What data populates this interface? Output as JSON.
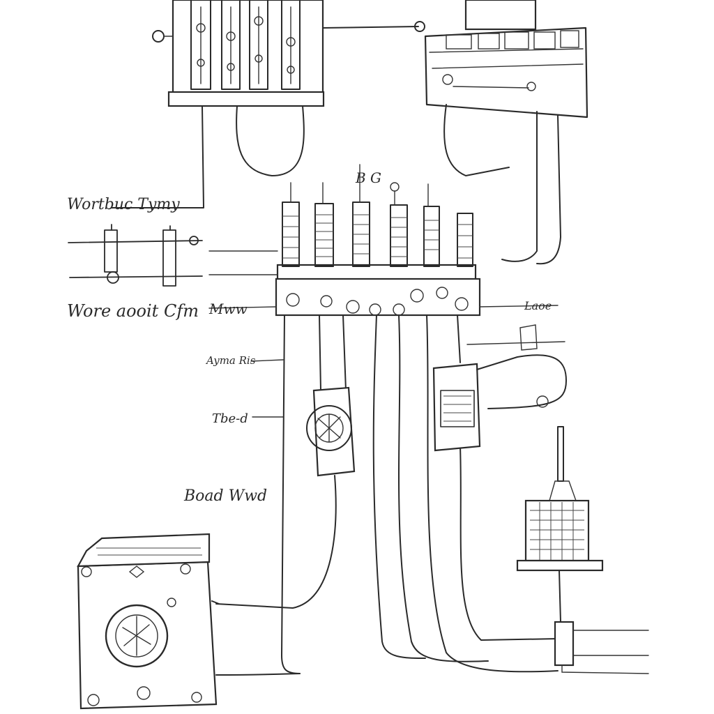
{
  "labels": {
    "top_left": "Wortbuc Tymy",
    "wire_mid": "Wore aooit Cfm",
    "wire_mid_right": "Mww",
    "side_note": "Ayma Ris",
    "small_label": "Tbe-d",
    "lower_label": "Boad Wwd",
    "right_tag": "Laoe",
    "bus_tag": "B G"
  }
}
